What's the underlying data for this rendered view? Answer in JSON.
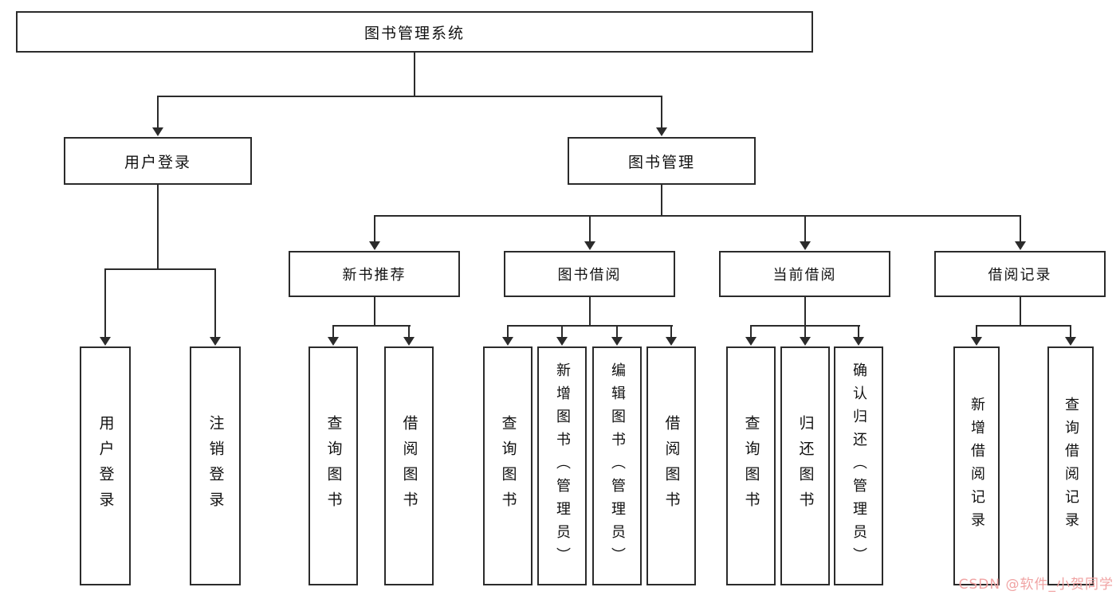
{
  "diagram": {
    "root": "图书管理系统",
    "user_login": {
      "label": "用户登录",
      "children": [
        "用户登录",
        "注销登录"
      ]
    },
    "book_mgmt": {
      "label": "图书管理",
      "branches": [
        {
          "label": "新书推荐",
          "children": [
            "查询图书",
            "借阅图书"
          ]
        },
        {
          "label": "图书借阅",
          "children": [
            "查询图书",
            "新增图书（管理员）",
            "编辑图书（管理员）",
            "借阅图书"
          ]
        },
        {
          "label": "当前借阅",
          "children": [
            "查询图书",
            "归还图书",
            "确认归还（管理员）"
          ]
        },
        {
          "label": "借阅记录",
          "children": [
            "新增借阅记录",
            "查询借阅记录"
          ]
        }
      ]
    }
  },
  "watermark": "CSDN @软件_小贺同学",
  "colors": {
    "line": "#2b2b2b",
    "watermark": "#f0a3a3"
  }
}
